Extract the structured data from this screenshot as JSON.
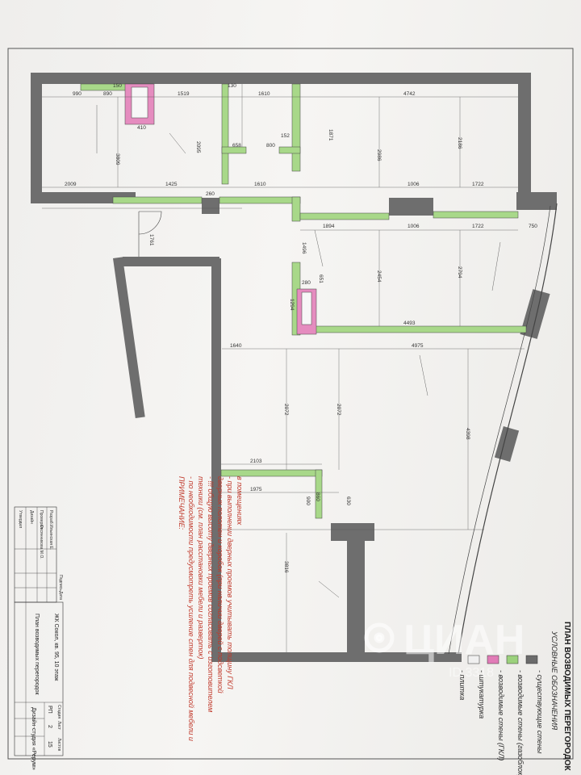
{
  "drawing": {
    "title": "ПЛАН ВОЗВОДИМЫХ ПЕРЕГОРОДОК",
    "legend_title": "УСЛОВНЫЕ ОБОЗНАЧЕНИЯ",
    "legend": [
      {
        "label": "- существующие стены",
        "color": "#6b6b6b"
      },
      {
        "label": "- возводимые стены (газоблок)",
        "color": "#9bd17c"
      },
      {
        "label": "- возводимые стены (ГКЛ)",
        "color": "#e17cb7"
      },
      {
        "label": "- штукатурка",
        "color": "#f0f0f0"
      },
      {
        "label": "- плитка",
        "color": "#f0f0f0"
      }
    ],
    "notes_title": "ПРИМЕЧАНИЕ:",
    "notes": [
      "- по необходимости предусмотреть усиление стен для подвесной мебели и",
      "техники (см. план расстановки мебели и разверток)",
      "- !!! общую высоту дверных проемов согласовать с изготовителем",
      "дверных полотен и коробок (при наличии дверей с подсветкой",
      "- при выполнении дверных проемов учитывать толщину ГКЛ",
      "в помещениях"
    ]
  },
  "dimensions": {
    "top_row": [
      "990",
      "890",
      "1519",
      "1610",
      "4742"
    ],
    "mid_row": [
      "2009",
      "1425",
      "1610",
      "1006",
      "1722"
    ],
    "lower": [
      "1894",
      "1006",
      "1722",
      "750"
    ],
    "verticals": [
      "3809",
      "2095",
      "1871",
      "2986",
      "2186",
      "2454",
      "2794",
      "4398",
      "2072",
      "2072",
      "3816"
    ],
    "misc": [
      "410",
      "150",
      "130",
      "658",
      "800",
      "152",
      "260",
      "1761",
      "1640",
      "4975",
      "4493",
      "2103",
      "1975",
      "1294",
      "860",
      "900",
      "651",
      "1496",
      "280",
      "630"
    ]
  },
  "title_block": {
    "project": "ЖК Сокол, кв. 95, 10 этаж",
    "sheet_title": "План возводимых перегородок",
    "studio": "Дизайн-студия «Рерум»",
    "stage_label": "Стадия",
    "stage": "РП",
    "sheet_label": "Лист",
    "sheet": "2",
    "sheets_label": "Листов",
    "sheets": "15",
    "rows": [
      {
        "role": "Разраб.",
        "name": "Ильинская Е."
      },
      {
        "role": "Проверил",
        "name": "Овсянникова М.О."
      },
      {
        "role": "Дизайн",
        "name": ""
      },
      {
        "role": "Утвердил",
        "name": ""
      }
    ],
    "col_sign": "Подпись",
    "col_date": "Дата"
  },
  "watermark": {
    "brand": "ЦИАН",
    "id": "ID 3318"
  }
}
